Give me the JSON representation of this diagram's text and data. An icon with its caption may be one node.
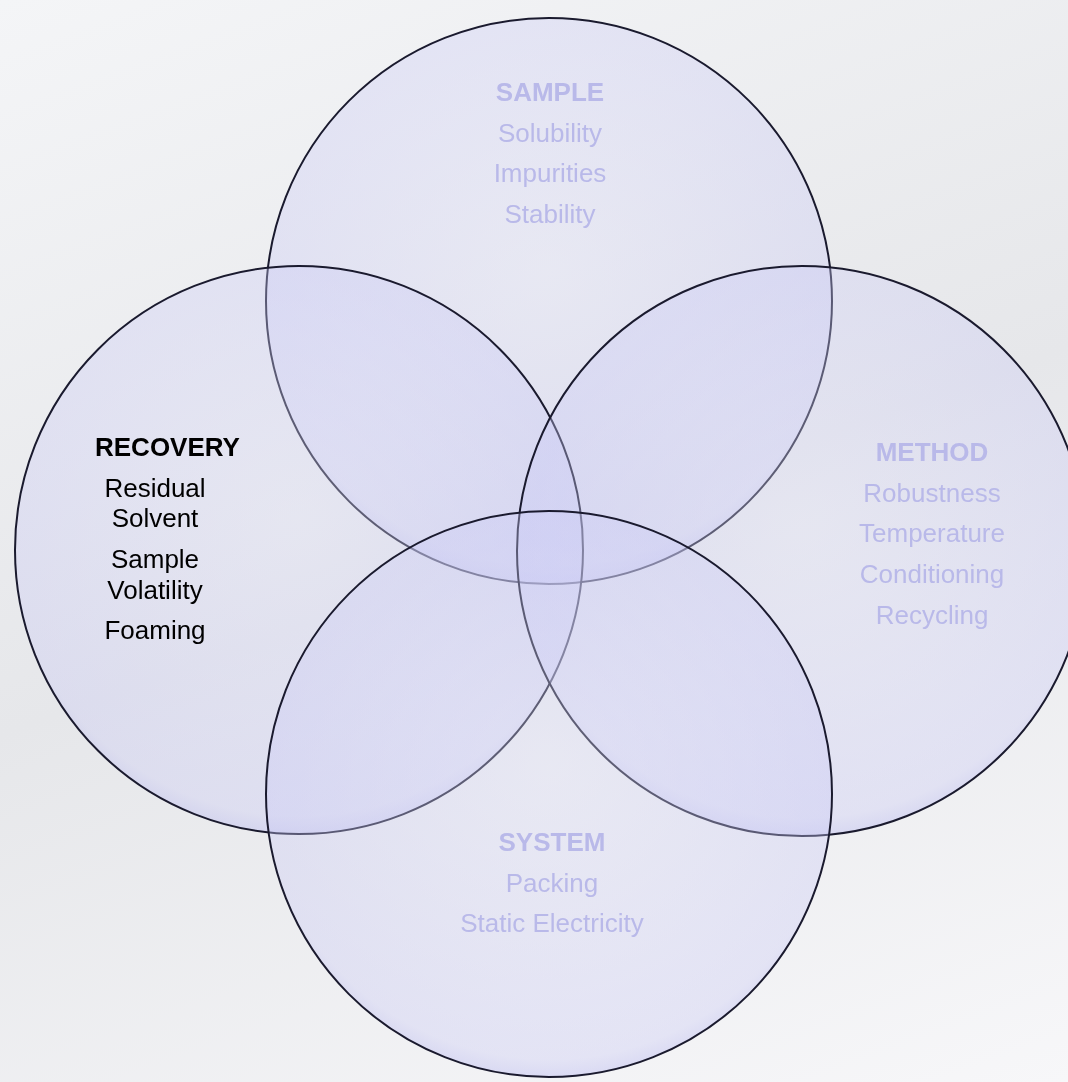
{
  "diagram": {
    "nodes": [
      {
        "text": [
          "SAMPLE",
          "Solubility",
          "Impurities",
          "Stability"
        ]
      },
      {
        "text": [
          "RECOVERY",
          "Residual Solvent",
          "Sample Volatility",
          "Foaming"
        ]
      },
      {
        "text": [
          "METHOD",
          "Robustness",
          "Temperature",
          "Conditioning",
          "Recycling"
        ]
      },
      {
        "text": [
          "SYSTEM",
          "Packing",
          "Static Electricity"
        ]
      }
    ],
    "edges": []
  }
}
